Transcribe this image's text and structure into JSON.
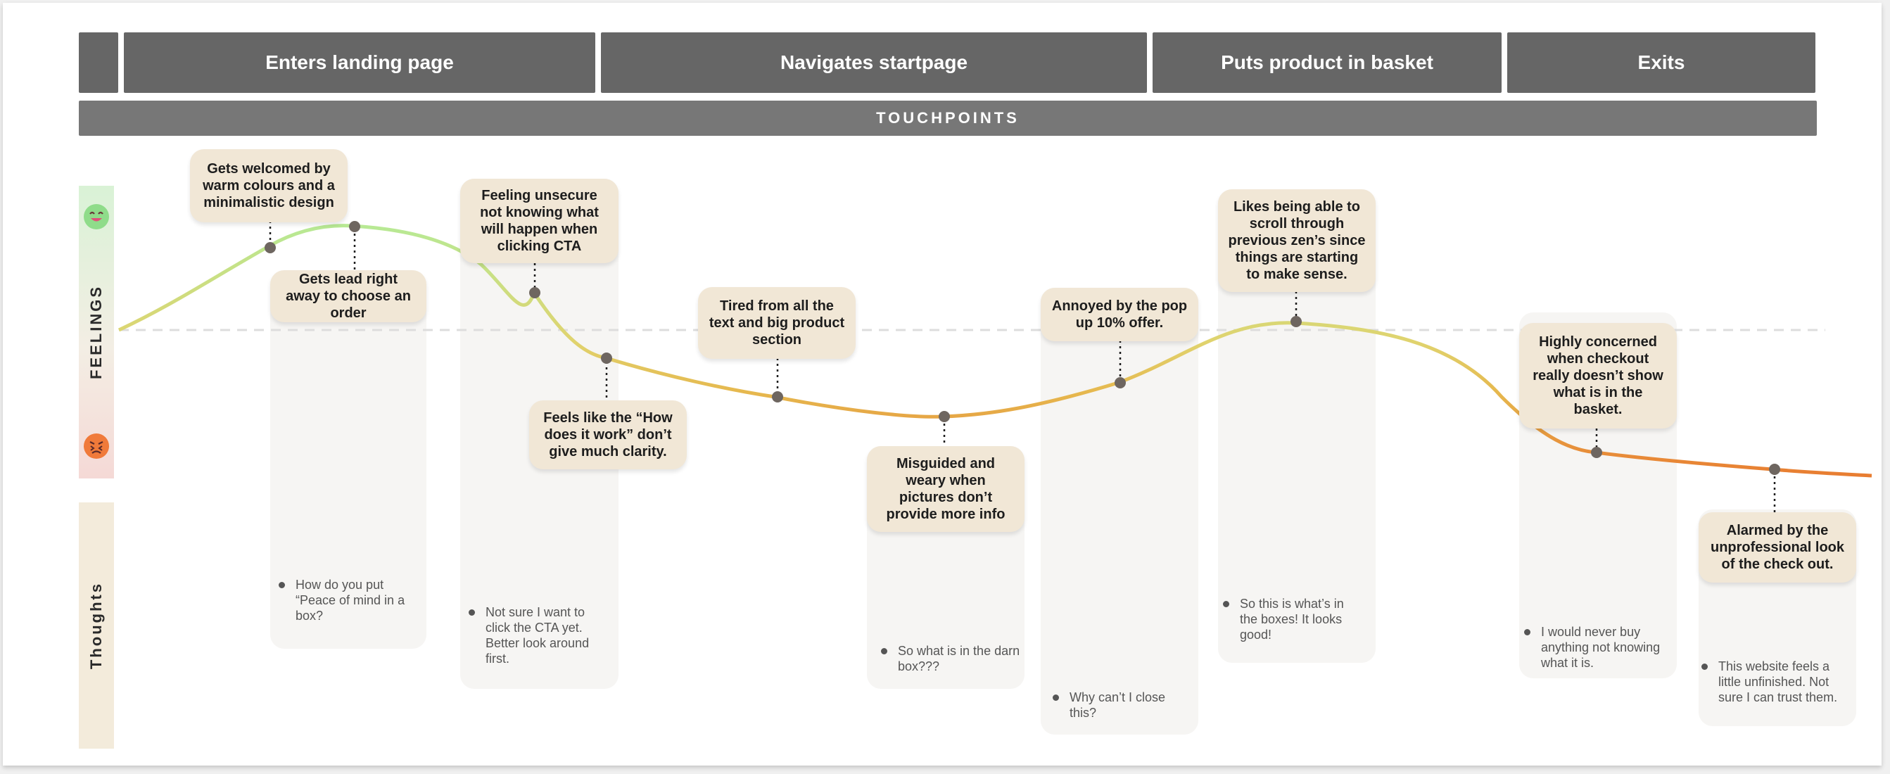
{
  "stages": [
    "",
    "Enters landing page",
    "Navigates startpage",
    "Puts product in basket",
    "Exits"
  ],
  "touchpoints_label": "TOUCHPOINTS",
  "feelings_label": "FEELINGS",
  "thoughts_label": "Thoughts",
  "colors": {
    "positive": "#b8e994",
    "neutral": "#e0d36e",
    "negative": "#e8792f",
    "marker": "#6e6660"
  },
  "feelings": [
    "Gets welcomed by warm colours and a minimalistic design",
    "Gets lead right away to choose an order",
    "Feeling unsecure not knowing what will happen when clicking CTA",
    "Feels like the “How does it work” don’t give much clarity.",
    "Tired from all the text and big product section",
    "Misguided and weary when pictures don’t provide more info",
    "Annoyed by the pop up 10% offer.",
    "Likes being able to scroll through previous zen’s since things are starting to make sense.",
    "Highly concerned when checkout really doesn’t show what is in the basket.",
    "Alarmed by the unprofessional look of the check out."
  ],
  "thoughts": [
    "How do you put “Peace of mind in a box?",
    "Not sure I want to click the CTA yet. Better look around first.",
    "So what is in the darn box???",
    "Why can’t I close this?",
    "So this is what’s in the boxes! It looks good!",
    "I would never buy anything not knowing what it is.",
    "This website feels a little unfinished. Not sure I can trust them."
  ],
  "emotion_icons": [
    "happy-face-icon",
    "angry-face-icon"
  ]
}
